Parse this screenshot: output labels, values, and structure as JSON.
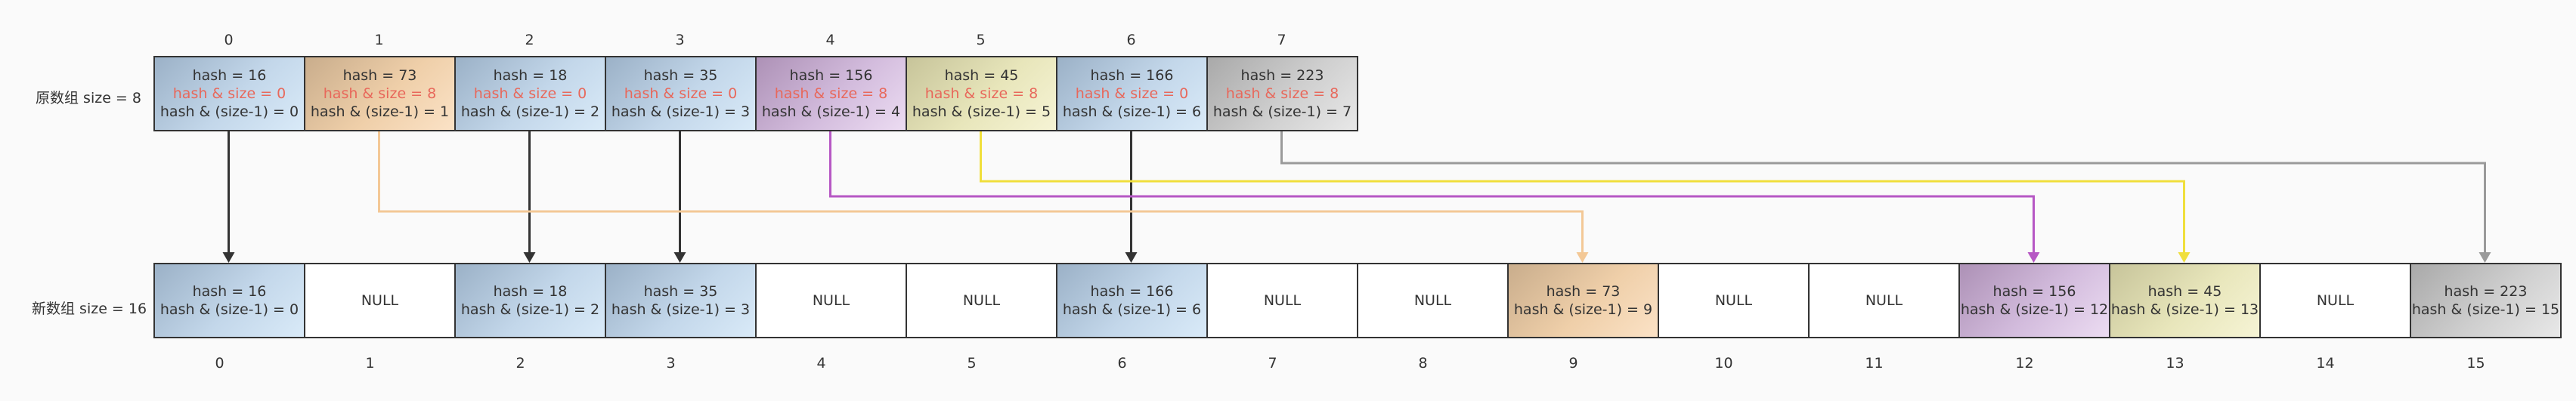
{
  "old_array": {
    "label": "原数组 size = 8",
    "indices": [
      "0",
      "1",
      "2",
      "3",
      "4",
      "5",
      "6",
      "7"
    ],
    "cells": [
      {
        "hash": "hash = 16",
        "mod": "hash & size = 0",
        "idx": "hash & (size-1) = 0",
        "color": "blue"
      },
      {
        "hash": "hash = 73",
        "mod": "hash & size = 8",
        "idx": "hash & (size-1) = 1",
        "color": "orange"
      },
      {
        "hash": "hash = 18",
        "mod": "hash & size = 0",
        "idx": "hash & (size-1) = 2",
        "color": "blue"
      },
      {
        "hash": "hash = 35",
        "mod": "hash & size = 0",
        "idx": "hash & (size-1) = 3",
        "color": "blue"
      },
      {
        "hash": "hash = 156",
        "mod": "hash & size = 8",
        "idx": "hash & (size-1) = 4",
        "color": "purple"
      },
      {
        "hash": "hash = 45",
        "mod": "hash & size = 8",
        "idx": "hash & (size-1) = 5",
        "color": "yellow"
      },
      {
        "hash": "hash = 166",
        "mod": "hash & size = 0",
        "idx": "hash & (size-1) = 6",
        "color": "blue"
      },
      {
        "hash": "hash = 223",
        "mod": "hash & size = 8",
        "idx": "hash & (size-1) = 7",
        "color": "gray"
      }
    ]
  },
  "new_array": {
    "label": "新数组 size = 16",
    "indices": [
      "0",
      "1",
      "2",
      "3",
      "4",
      "5",
      "6",
      "7",
      "8",
      "9",
      "10",
      "11",
      "12",
      "13",
      "14",
      "15"
    ],
    "cells": [
      {
        "hash": "hash = 16",
        "idx": "hash & (size-1) = 0",
        "color": "blue"
      },
      {
        "text": "NULL",
        "color": "empty"
      },
      {
        "hash": "hash = 18",
        "idx": "hash & (size-1) = 2",
        "color": "blue"
      },
      {
        "hash": "hash = 35",
        "idx": "hash & (size-1) = 3",
        "color": "blue"
      },
      {
        "text": "NULL",
        "color": "empty"
      },
      {
        "text": "NULL",
        "color": "empty"
      },
      {
        "hash": "hash = 166",
        "idx": "hash & (size-1) = 6",
        "color": "blue"
      },
      {
        "text": "NULL",
        "color": "empty"
      },
      {
        "text": "NULL",
        "color": "empty"
      },
      {
        "hash": "hash = 73",
        "idx": "hash & (size-1) = 9",
        "color": "orange"
      },
      {
        "text": "NULL",
        "color": "empty"
      },
      {
        "text": "NULL",
        "color": "empty"
      },
      {
        "hash": "hash = 156",
        "idx": "hash & (size-1) = 12",
        "color": "purple"
      },
      {
        "hash": "hash = 45",
        "idx": "hash & (size-1) = 13",
        "color": "yellow"
      },
      {
        "text": "NULL",
        "color": "empty"
      },
      {
        "hash": "hash = 223",
        "idx": "hash & (size-1) = 15",
        "color": "gray"
      }
    ]
  },
  "mappings": [
    {
      "from": 0,
      "to": 0,
      "color": "#333333"
    },
    {
      "from": 2,
      "to": 2,
      "color": "#333333"
    },
    {
      "from": 3,
      "to": 3,
      "color": "#333333"
    },
    {
      "from": 6,
      "to": 6,
      "color": "#333333"
    },
    {
      "from": 1,
      "to": 9,
      "color": "#f3c896"
    },
    {
      "from": 4,
      "to": 12,
      "color": "#b657c4"
    },
    {
      "from": 5,
      "to": 13,
      "color": "#f0df3c"
    },
    {
      "from": 7,
      "to": 15,
      "color": "#9a9a9a"
    }
  ]
}
